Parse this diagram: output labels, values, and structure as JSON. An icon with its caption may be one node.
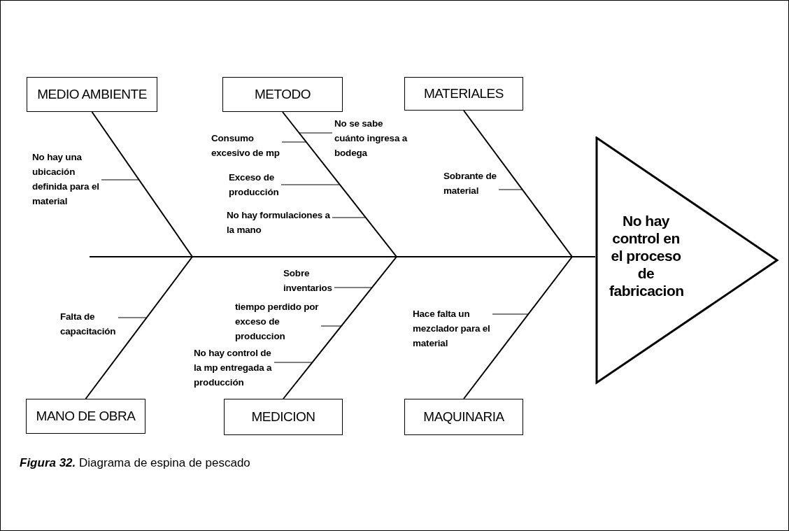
{
  "diagram": {
    "caption": "**Figura 32.** Diagrama de espina de pescado",
    "nodes": [
      {
        "text": [
          "MEDIO AMBIENTE"
        ]
      },
      {
        "text": [
          "METODO"
        ]
      },
      {
        "text": [
          "MATERIALES"
        ]
      },
      {
        "text": [
          "No hay control en el proceso de fabricacion"
        ]
      },
      {
        "text": [
          "MANO DE OBRA"
        ]
      },
      {
        "text": [
          "MEDICION"
        ]
      },
      {
        "text": [
          "MAQUINARIA"
        ]
      },
      {
        "text": [
          "No hay una ubicación definida para el material"
        ]
      },
      {
        "text": [
          "Consumo excesivo de mp"
        ]
      },
      {
        "text": [
          "No se sabe cuánto ingresa a bodega"
        ]
      },
      {
        "text": [
          "Exceso de producción"
        ]
      },
      {
        "text": [
          "No hay formulaciones a la mano"
        ]
      },
      {
        "text": [
          "Sobrante de material"
        ]
      },
      {
        "text": [
          "Falta de capacitación"
        ]
      },
      {
        "text": [
          "Sobre inventarios"
        ]
      },
      {
        "text": [
          "tiempo perdido por exceso de produccion"
        ]
      },
      {
        "text": [
          "No hay control de la mp entregada a producción"
        ]
      },
      {
        "text": [
          "Hace falta un mezclador para el material"
        ]
      }
    ],
    "edges": [
      {
        "from": null,
        "to": 3,
        "arrow": "none"
      },
      {
        "from": 0,
        "to": 3,
        "arrow": "none"
      },
      {
        "from": 1,
        "to": 3,
        "arrow": "none"
      },
      {
        "from": 2,
        "to": 3,
        "arrow": "none"
      },
      {
        "from": 4,
        "to": 3,
        "arrow": "none"
      },
      {
        "from": 5,
        "to": 3,
        "arrow": "none"
      },
      {
        "from": 6,
        "to": 3,
        "arrow": "none"
      },
      {
        "from": 7,
        "to": null,
        "arrow": "none"
      },
      {
        "from": 8,
        "to": null,
        "arrow": "none"
      },
      {
        "from": 9,
        "to": null,
        "arrow": "none"
      },
      {
        "from": 10,
        "to": null,
        "arrow": "none"
      },
      {
        "from": 11,
        "to": null,
        "arrow": "none"
      },
      {
        "from": 12,
        "to": null,
        "arrow": "none"
      },
      {
        "from": 13,
        "to": null,
        "arrow": "none"
      },
      {
        "from": 14,
        "to": null,
        "arrow": "none"
      },
      {
        "from": 15,
        "to": null,
        "arrow": "none"
      },
      {
        "from": 16,
        "to": null,
        "arrow": "none"
      },
      {
        "from": 17,
        "to": null,
        "arrow": "none"
      }
    ]
  }
}
